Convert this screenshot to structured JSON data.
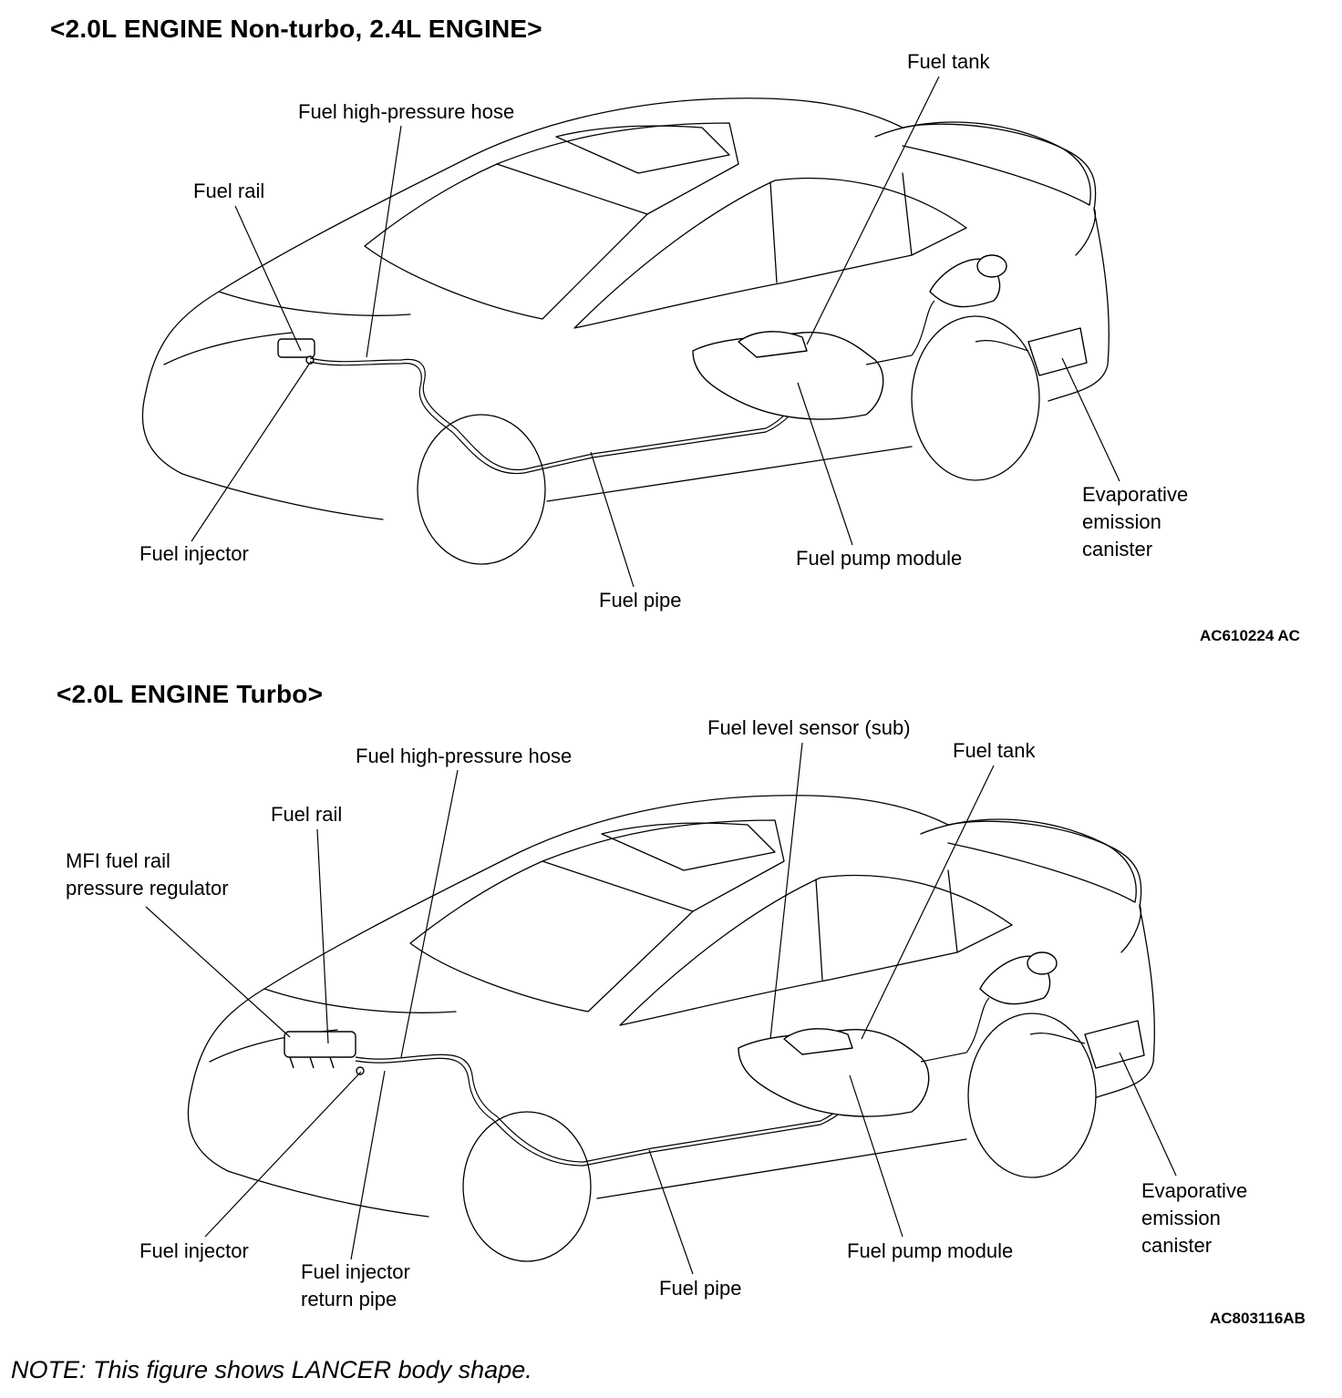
{
  "diagram1": {
    "title": "<2.0L ENGINE Non-turbo, 2.4L ENGINE>",
    "labels": {
      "fuel_tank": "Fuel tank",
      "fuel_high_pressure_hose": "Fuel high-pressure hose",
      "fuel_rail": "Fuel rail",
      "fuel_injector": "Fuel injector",
      "fuel_pipe": "Fuel pipe",
      "fuel_pump_module": "Fuel pump module",
      "evap_canister": [
        "Evaporative",
        "emission",
        "canister"
      ]
    },
    "code": "AC610224 AC"
  },
  "diagram2": {
    "title": "<2.0L ENGINE Turbo>",
    "labels": {
      "fuel_level_sensor": "Fuel level sensor (sub)",
      "fuel_tank": "Fuel tank",
      "fuel_high_pressure_hose": "Fuel high-pressure hose",
      "fuel_rail": "Fuel rail",
      "mfi_regulator": [
        "MFI fuel rail",
        "pressure regulator"
      ],
      "fuel_injector": "Fuel injector",
      "fuel_injector_return_pipe": [
        "Fuel injector",
        "return pipe"
      ],
      "fuel_pipe": "Fuel pipe",
      "fuel_pump_module": "Fuel pump module",
      "evap_canister": [
        "Evaporative",
        "emission",
        "canister"
      ]
    },
    "code": "AC803116AB"
  },
  "note": "NOTE: This figure shows LANCER body shape."
}
